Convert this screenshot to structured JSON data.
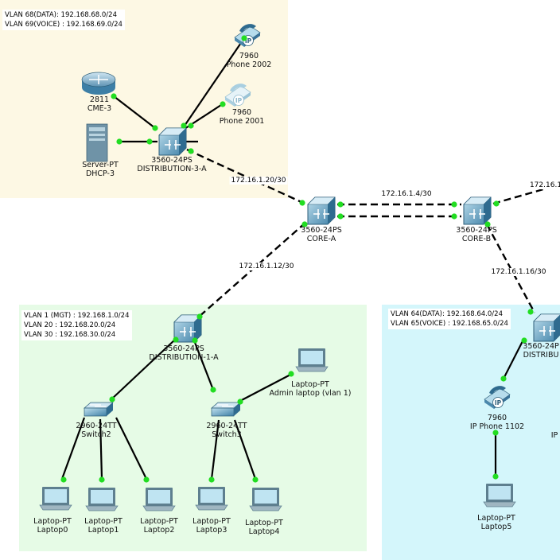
{
  "zones": {
    "top_left": {
      "color": "#fdf8e4",
      "vlans": [
        "VLAN 68(DATA): 192.168.68.0/24",
        "VLAN 69(VOICE) : 192.168.69.0/24"
      ]
    },
    "bottom_left": {
      "color": "#e6fbe6",
      "vlans": [
        "VLAN 1 (MGT) : 192.168.1.0/24",
        "VLAN 20 : 192.168.20.0/24",
        "VLAN 30 : 192.168.30.0/24"
      ]
    },
    "bottom_right": {
      "color": "#d4f6fb",
      "vlans": [
        "VLAN 64(DATA): 192.168.64.0/24",
        "VLAN 65(VOICE) : 192.168.65.0/24"
      ]
    }
  },
  "devices": {
    "cme3": {
      "model": "2811",
      "name": "CME-3"
    },
    "dhcp3": {
      "model": "Server-PT",
      "name": "DHCP-3"
    },
    "dist3a": {
      "model": "3560-24PS",
      "name": "DISTRIBUTION-3-A"
    },
    "phone2002": {
      "model": "7960",
      "name": "Phone 2002"
    },
    "phone2001": {
      "model": "7960",
      "name": "Phone 2001"
    },
    "corea": {
      "model": "3560-24PS",
      "name": "CORE-A"
    },
    "coreb": {
      "model": "3560-24PS",
      "name": "CORE-B"
    },
    "dist1a": {
      "model": "3560-24PS",
      "name": "DISTRIBUTION-1-A"
    },
    "switch2": {
      "model": "2960-24TT",
      "name": "Switch2"
    },
    "switch3": {
      "model": "2960-24TT",
      "name": "Switch3"
    },
    "adminlaptop": {
      "model": "Laptop-PT",
      "name": "Admin laptop (vlan 1)"
    },
    "laptop0": {
      "model": "Laptop-PT",
      "name": "Laptop0"
    },
    "laptop1": {
      "model": "Laptop-PT",
      "name": "Laptop1"
    },
    "laptop2": {
      "model": "Laptop-PT",
      "name": "Laptop2"
    },
    "laptop3": {
      "model": "Laptop-PT",
      "name": "Laptop3"
    },
    "laptop4": {
      "model": "Laptop-PT",
      "name": "Laptop4"
    },
    "dist2": {
      "model": "3560-24P",
      "name": "DISTRIBU"
    },
    "phone1102": {
      "model": "7960",
      "name": "IP Phone 1102"
    },
    "phone_partial": {
      "name": "IP"
    },
    "laptop5": {
      "model": "Laptop-PT",
      "name": "Laptop5"
    }
  },
  "links": {
    "dist3a_corea": "172.16.1.20/30",
    "corea_coreb": "172.16.1.4/30",
    "coreb_right": "172.16.1",
    "corea_dist1a": "172.16.1.12/30",
    "coreb_dist2": "172.16.1.16/30"
  },
  "colors": {
    "link": "#000000",
    "port": "#22dd22",
    "switch_body": "#4a8fb0"
  }
}
